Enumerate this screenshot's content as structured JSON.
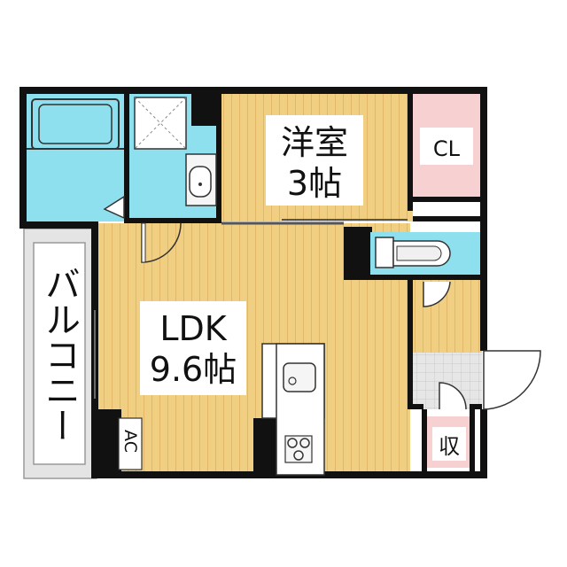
{
  "rooms": {
    "western": {
      "name": "洋室",
      "size": "3帖"
    },
    "ldk": {
      "name": "LDK",
      "size": "9.6帖"
    },
    "closet": {
      "label": "CL"
    },
    "storage": {
      "label": "収"
    },
    "balcony": {
      "label": "バルコニー"
    },
    "ac": {
      "label": "AC"
    }
  },
  "colors": {
    "wood_floor": "#f0cf82",
    "wood_line": "#e2b868",
    "water_room": "#8fe0ee",
    "closet_pink": "#f7d0d2",
    "wall": "#111111",
    "balcony_gray": "#dcdcdc",
    "entrance_tile": "#e6e6e6"
  },
  "icons": [
    "bathtub-icon",
    "washer-pan-icon",
    "washbasin-icon",
    "toilet-icon",
    "sink-icon",
    "stove-icon",
    "door-swing-icon"
  ]
}
